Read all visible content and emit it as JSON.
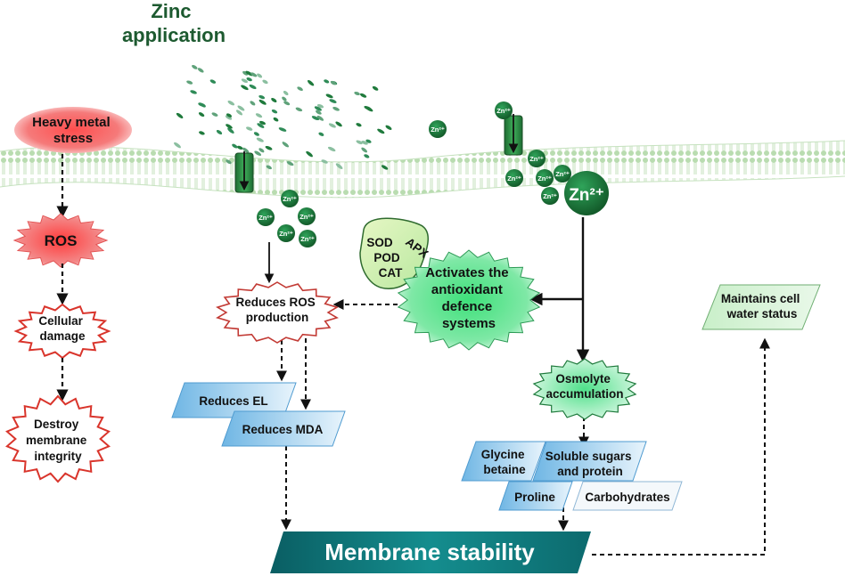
{
  "title": [
    "Zinc",
    "application"
  ],
  "stress": {
    "heavy_metal": [
      "Heavy metal",
      "stress"
    ],
    "ros": "ROS",
    "cellular_damage": [
      "Cellular",
      "damage"
    ],
    "destroy_membrane": [
      "Destroy",
      "membrane",
      "integrity"
    ]
  },
  "zinc_ion": {
    "small": "Zn²⁺",
    "large": "Zn²⁺"
  },
  "enzymes": {
    "sod": "SOD",
    "pod": "POD",
    "cat": "CAT",
    "apx": "APX"
  },
  "antioxidant": [
    "Activates the",
    "antioxidant",
    "defence",
    "systems"
  ],
  "reduces_ros": [
    "Reduces ROS",
    "production"
  ],
  "reduces_el": "Reduces EL",
  "reduces_mda": "Reduces MDA",
  "osmolyte": [
    "Osmolyte",
    "accumulation"
  ],
  "osmolytes": {
    "glycine_betaine": [
      "Glycine",
      "betaine"
    ],
    "soluble_sugars": [
      "Soluble sugars",
      "and protein"
    ],
    "proline": "Proline",
    "carbohydrates": "Carbohydrates"
  },
  "water_status": [
    "Maintains cell",
    "water status"
  ],
  "membrane_stability": "Membrane stability",
  "colors": {
    "title_green": "#1d5a30",
    "zinc_green": "#1f7a3c",
    "stress_red": "#d9342b",
    "teal": "#0f6f73",
    "blue_box": "#a9d3ee",
    "antioxidant_green": "#4fe08a",
    "membrane": "#cfe8c7"
  }
}
